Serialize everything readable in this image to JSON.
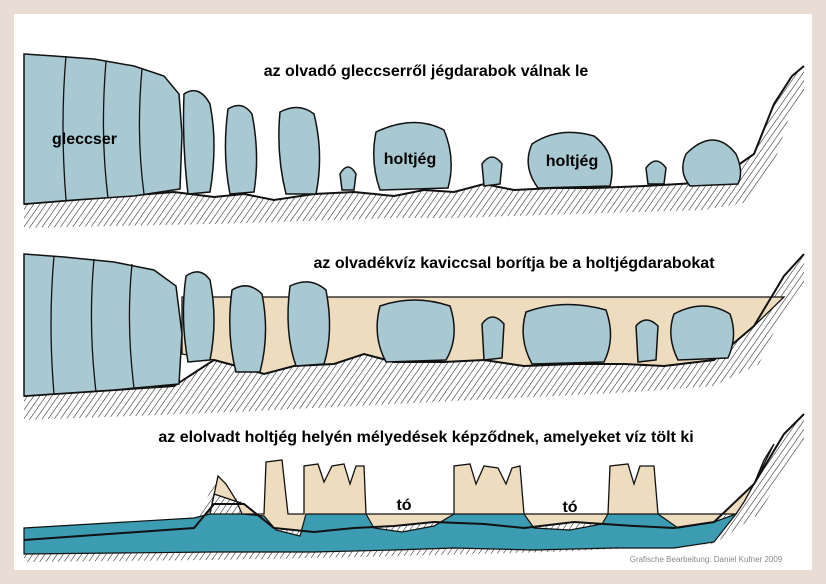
{
  "panel1": {
    "caption": "az olvadó gleccserről jégdarabok válnak le",
    "label_glacier": "gleccser",
    "label_deadice_1": "holtjég",
    "label_deadice_2": "holtjég"
  },
  "panel2": {
    "caption": "az olvadékvíz kaviccsal borítja be a holtjégdarabokat"
  },
  "panel3": {
    "caption": "az elolvadt holtjég helyén mélyedések képződnek, amelyeket víz tölt ki",
    "label_lake_1": "tó",
    "label_lake_2": "tó"
  },
  "credit": "Grafische Bearbeitung: Daniel Kufner 2009",
  "colors": {
    "ice": "#a8c8d2",
    "gravel": "#eedcbe",
    "water": "#3b9cb2",
    "ground": "#ffffff",
    "border": "#e8dcd4"
  }
}
